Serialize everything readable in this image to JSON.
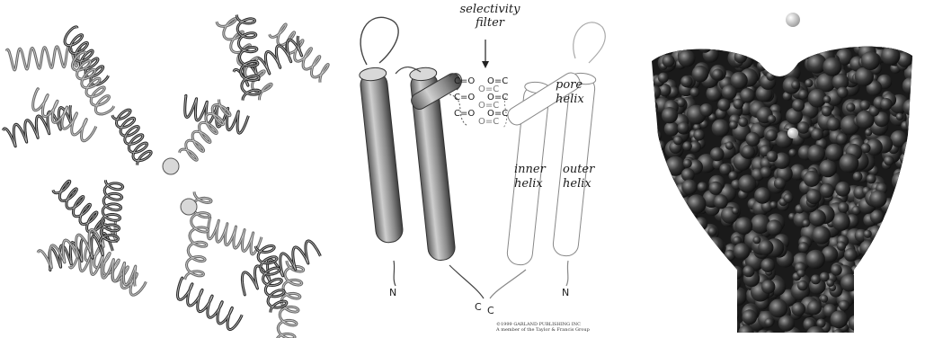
{
  "panels": {
    "ribbon": {
      "icon": "potassium-channel-ribbon-top-view"
    },
    "cartoon": {
      "labels": {
        "selectivity_filter_line1": "selectivity",
        "selectivity_filter_line2": "filter",
        "pore_helix_line1": "pore",
        "pore_helix_line2": "helix",
        "inner_helix_line1": "inner",
        "inner_helix_line2": "helix",
        "outer_helix_line1": "outer",
        "outer_helix_line2": "helix"
      },
      "carbonyls_left": [
        "C=O",
        "C=O",
        "C=O"
      ],
      "carbonyls_right": [
        "O=C",
        "O=C",
        "O=C"
      ],
      "carbonyls_far_right": [
        "O=C",
        "O=C",
        "O=C"
      ],
      "termini": {
        "n_left": "N",
        "c_left": "C",
        "c_right": "C",
        "n_right": "N"
      },
      "copyright": {
        "line1": "©1999 GARLAND PUBLISHING INC",
        "line2": "A member of the Taylor & Francis Group"
      }
    },
    "surface": {
      "icon": "potassium-channel-space-filling-model"
    }
  }
}
